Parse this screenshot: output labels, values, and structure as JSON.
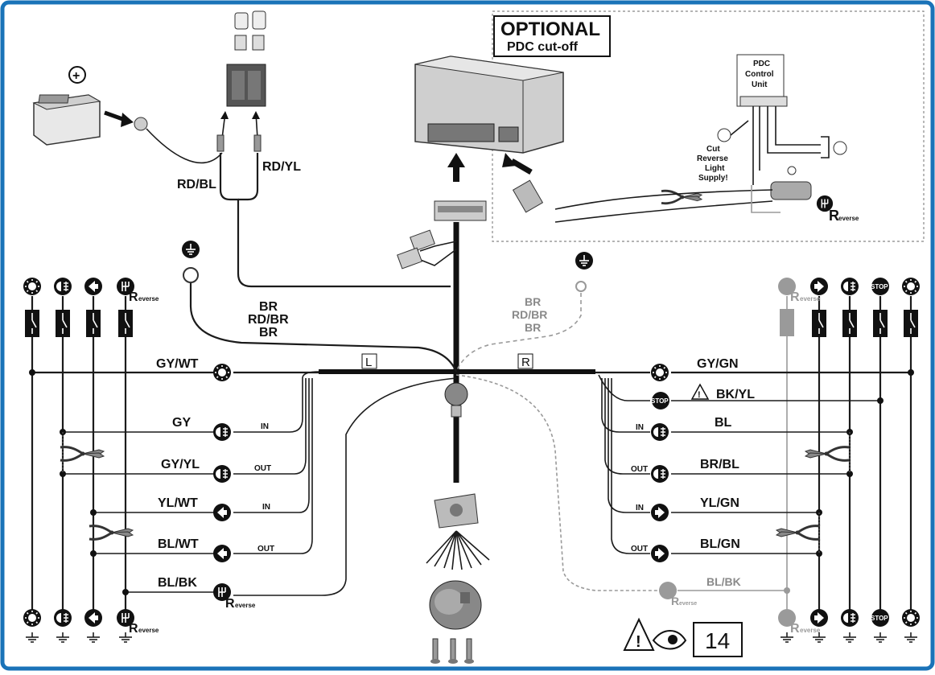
{
  "optional_box": {
    "title": "OPTIONAL",
    "subtitle": "PDC cut-off"
  },
  "pdc_unit_label": [
    "PDC",
    "Control",
    "Unit"
  ],
  "cut_note": [
    "Cut",
    "Reverse",
    "Light",
    "Supply!"
  ],
  "reverse_word": "everse",
  "reverse_letter": "R",
  "battery_wires": {
    "left": "RD/BL",
    "right": "RD/YL"
  },
  "ground_left": [
    "BR",
    "RD/BR",
    "BR"
  ],
  "ground_right": [
    "BR",
    "RD/BR",
    "BR"
  ],
  "side_tags": {
    "left": "L",
    "right": "R"
  },
  "left_wires": [
    {
      "color": "GY/WT",
      "io": ""
    },
    {
      "color": "GY",
      "io": "IN"
    },
    {
      "color": "GY/YL",
      "io": "OUT"
    },
    {
      "color": "YL/WT",
      "io": "IN"
    },
    {
      "color": "BL/WT",
      "io": "OUT"
    },
    {
      "color": "BL/BK",
      "io": ""
    }
  ],
  "right_wires": [
    {
      "color": "GY/GN",
      "io": ""
    },
    {
      "color": "BK/YL",
      "io": ""
    },
    {
      "color": "BL",
      "io": "IN"
    },
    {
      "color": "BR/BL",
      "io": "OUT"
    },
    {
      "color": "YL/GN",
      "io": "IN"
    },
    {
      "color": "BL/GN",
      "io": "OUT"
    },
    {
      "color": "BL/BK",
      "io": ""
    }
  ],
  "stop_text": "STOP",
  "page_number": "14",
  "icons": [
    "battery-icon",
    "fuse-icon",
    "pdc-module-icon",
    "ground-icon",
    "light-bulb-icon",
    "fog-light-icon",
    "indicator-icon",
    "reverse-gear-icon",
    "stop-light-icon",
    "warning-icon",
    "eye-icon",
    "pliers-icon",
    "socket-icon",
    "screw-icon"
  ],
  "colors": {
    "frame": "#1a73b8",
    "wire": "#1b1b1b",
    "grey_wire": "#9a9a9a"
  }
}
